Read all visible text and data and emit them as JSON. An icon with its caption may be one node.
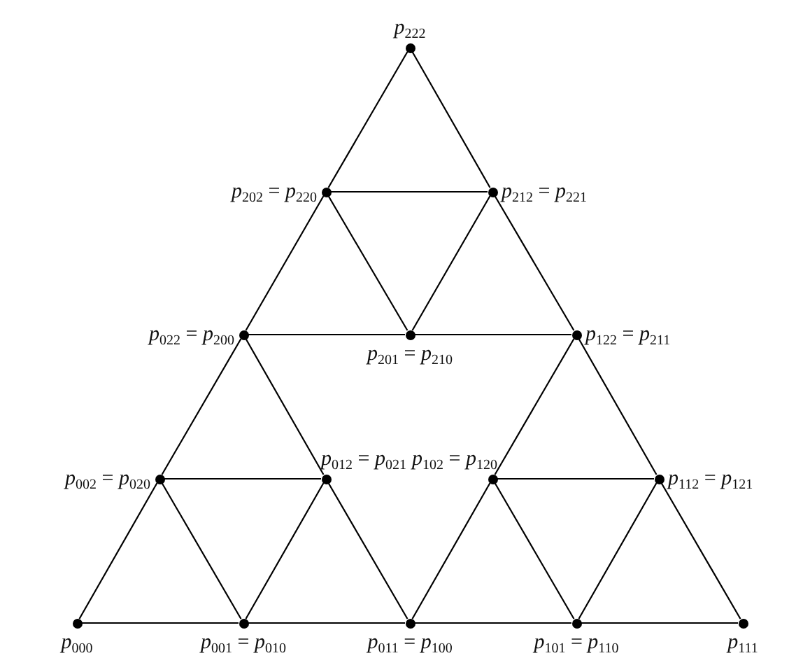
{
  "diagram": {
    "nodes": [
      {
        "text": [
          "*p*$_{222}$"
        ]
      },
      {
        "text": [
          "*p*$_{202}$ = *p*$_{220}$"
        ]
      },
      {
        "text": [
          "*p*$_{212}$ = *p*$_{221}$"
        ]
      },
      {
        "text": [
          "*p*$_{022}$ = *p*$_{200}$"
        ]
      },
      {
        "text": [
          "*p*$_{201}$ = *p*$_{210}$"
        ]
      },
      {
        "text": [
          "*p*$_{122}$ = *p*$_{211}$"
        ]
      },
      {
        "text": [
          "*p*$_{002}$ = *p*$_{020}$"
        ]
      },
      {
        "text": [
          "*p*$_{012}$ = *p*$_{021}$"
        ]
      },
      {
        "text": [
          "*p*$_{102}$ = *p*$_{120}$"
        ]
      },
      {
        "text": [
          "*p*$_{112}$ = *p*$_{121}$"
        ]
      },
      {
        "text": [
          "*p*$_{000}$"
        ]
      },
      {
        "text": [
          "*p*$_{001}$ = *p*$_{010}$"
        ]
      },
      {
        "text": [
          "*p*$_{011}$ = *p*$_{100}$"
        ]
      },
      {
        "text": [
          "*p*$_{101}$ = *p*$_{110}$"
        ]
      },
      {
        "text": [
          "*p*$_{111}$"
        ]
      }
    ],
    "edges": [
      {
        "from": 0,
        "to": 1,
        "arrow": "none"
      },
      {
        "from": 0,
        "to": 2,
        "arrow": "none"
      },
      {
        "from": 1,
        "to": 2,
        "arrow": "none"
      },
      {
        "from": 1,
        "to": 4,
        "arrow": "none"
      },
      {
        "from": 2,
        "to": 4,
        "arrow": "none"
      },
      {
        "from": 1,
        "to": 3,
        "arrow": "none"
      },
      {
        "from": 2,
        "to": 5,
        "arrow": "none"
      },
      {
        "from": 3,
        "to": 4,
        "arrow": "none"
      },
      {
        "from": 4,
        "to": 5,
        "arrow": "none"
      },
      {
        "from": 3,
        "to": 6,
        "arrow": "none"
      },
      {
        "from": 3,
        "to": 7,
        "arrow": "none"
      },
      {
        "from": 6,
        "to": 7,
        "arrow": "none"
      },
      {
        "from": 6,
        "to": 11,
        "arrow": "none"
      },
      {
        "from": 7,
        "to": 11,
        "arrow": "none"
      },
      {
        "from": 6,
        "to": 10,
        "arrow": "none"
      },
      {
        "from": 10,
        "to": 11,
        "arrow": "none"
      },
      {
        "from": 11,
        "to": 12,
        "arrow": "none"
      },
      {
        "from": 7,
        "to": 12,
        "arrow": "none"
      },
      {
        "from": 5,
        "to": 8,
        "arrow": "none"
      },
      {
        "from": 5,
        "to": 9,
        "arrow": "none"
      },
      {
        "from": 8,
        "to": 9,
        "arrow": "none"
      },
      {
        "from": 8,
        "to": 13,
        "arrow": "none"
      },
      {
        "from": 9,
        "to": 13,
        "arrow": "none"
      },
      {
        "from": 8,
        "to": 12,
        "arrow": "none"
      },
      {
        "from": 12,
        "to": 13,
        "arrow": "none"
      },
      {
        "from": 13,
        "to": 14,
        "arrow": "none"
      },
      {
        "from": 9,
        "to": 14,
        "arrow": "none"
      }
    ]
  }
}
